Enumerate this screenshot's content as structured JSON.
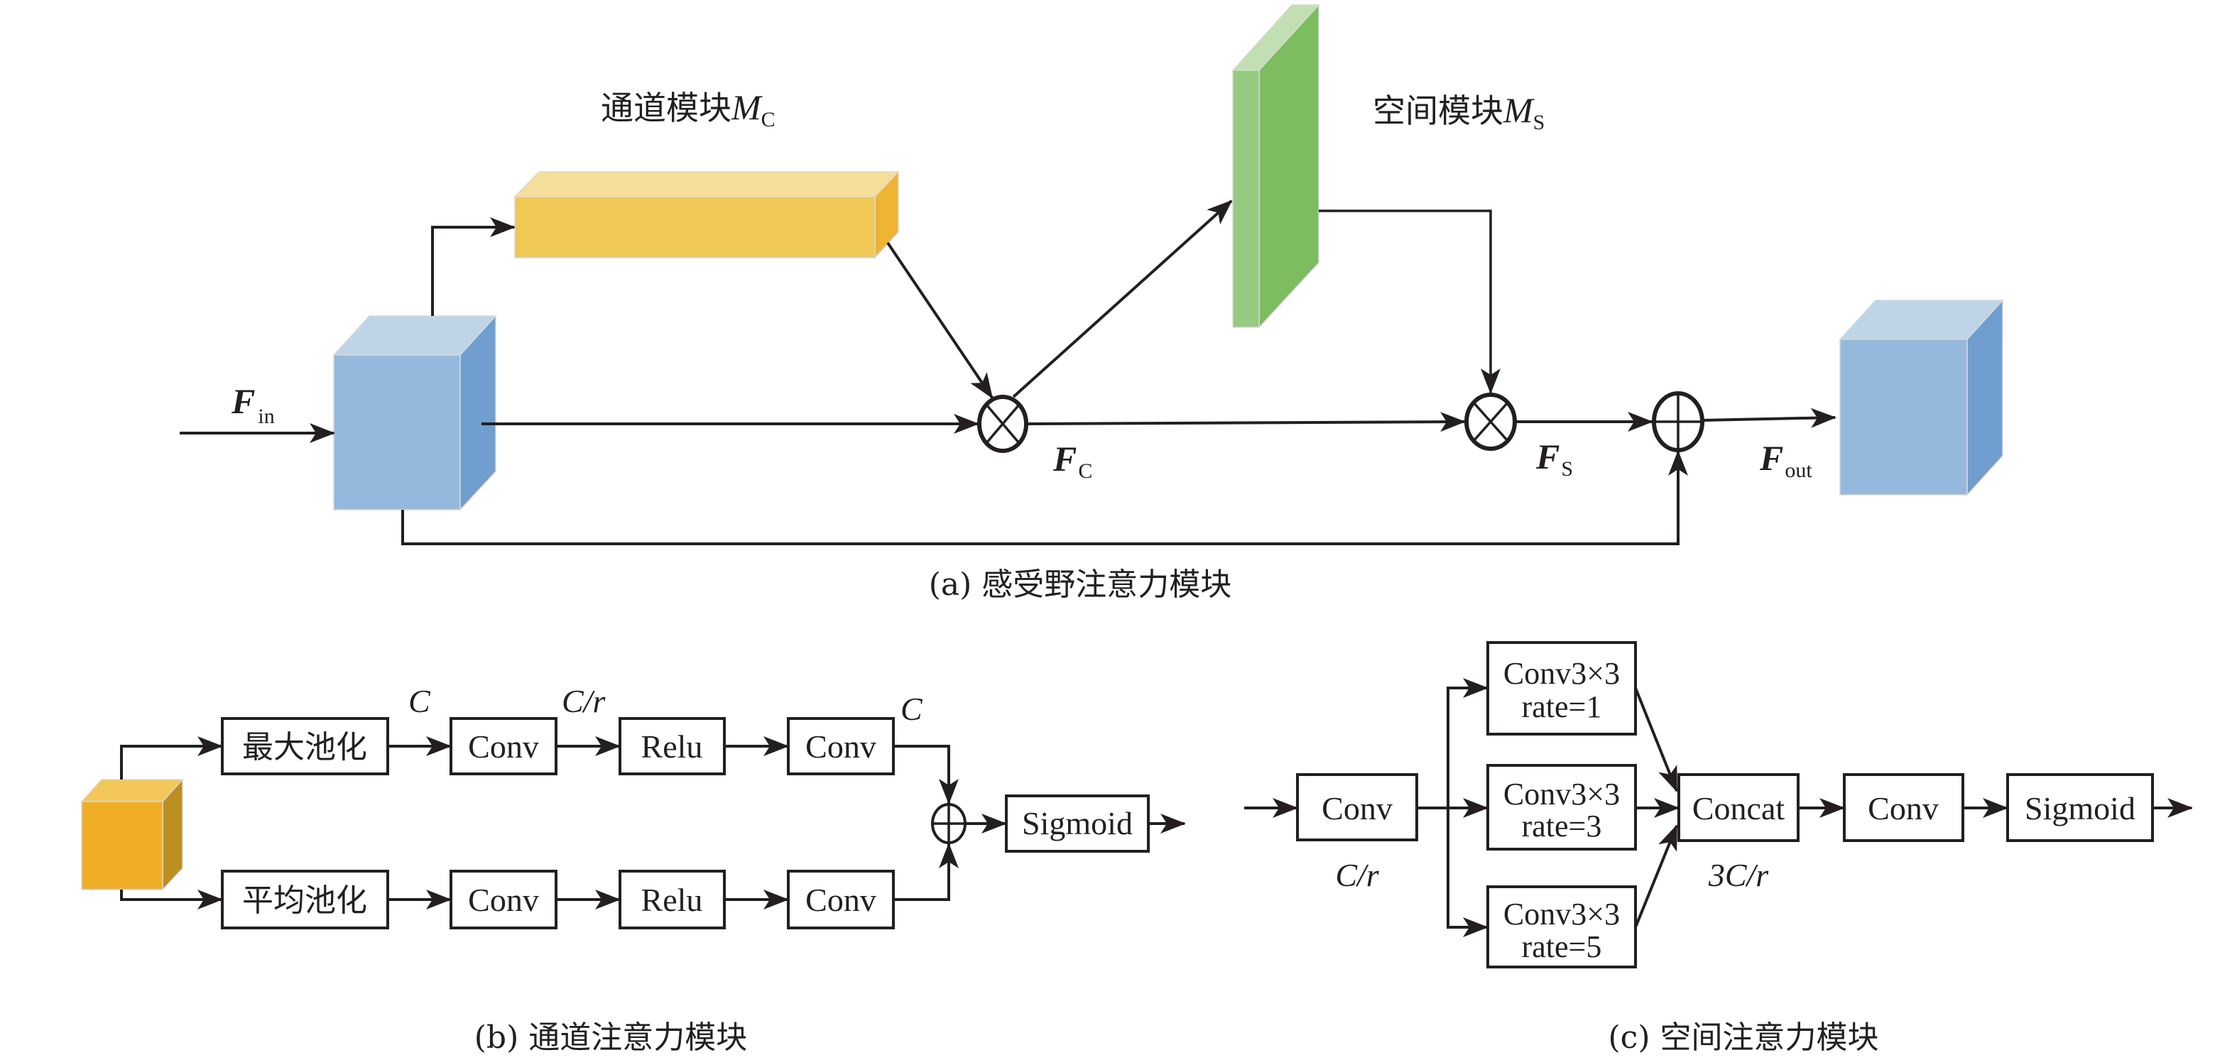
{
  "panel_a": {
    "caption": "(a) 感受野注意力模块",
    "channel_module": {
      "label": "通道模块",
      "symbol": "M",
      "sub": "C"
    },
    "spatial_module": {
      "label": "空间模块",
      "symbol": "M",
      "sub": "S"
    },
    "f_in": {
      "symbol": "F",
      "sub": "in"
    },
    "f_c": {
      "symbol": "F",
      "sub": "C"
    },
    "f_s": {
      "symbol": "F",
      "sub": "S"
    },
    "f_out": {
      "symbol": "F",
      "sub": "out"
    },
    "ops": [
      "element-wise-multiply",
      "element-wise-multiply",
      "element-wise-add"
    ]
  },
  "panel_b": {
    "caption": "(b) 通道注意力模块",
    "top_row": [
      "最大池化",
      "Conv",
      "Relu",
      "Conv"
    ],
    "bottom_row": [
      "平均池化",
      "Conv",
      "Relu",
      "Conv"
    ],
    "dims": [
      "C",
      "C/r",
      "C"
    ],
    "output_box": "Sigmoid"
  },
  "panel_c": {
    "caption": "(c) 空间注意力模块",
    "input_box": "Conv",
    "input_dim": "C/r",
    "branches": [
      {
        "line1": "Conv3×3",
        "line2": "rate=1"
      },
      {
        "line1": "Conv3×3",
        "line2": "rate=3"
      },
      {
        "line1": "Conv3×3",
        "line2": "rate=5"
      }
    ],
    "concat_box": "Concat",
    "concat_dim": "3C/r",
    "conv_box": "Conv",
    "output_box": "Sigmoid"
  },
  "colors": {
    "blue_front": "#95b9dc",
    "blue_top": "#bed5e8",
    "blue_side": "#6f9ecf",
    "yellow_front": "#f0c855",
    "yellow_top": "#f5de9a",
    "yellow_side": "#eeb432",
    "green_front": "#95ca7f",
    "green_top": "#c2dfb3",
    "green_side": "#7cbd5f",
    "orange_front": "#efae26",
    "orange_top": "#f2c658",
    "orange_side": "#bb8f20",
    "line": "#231f20"
  }
}
